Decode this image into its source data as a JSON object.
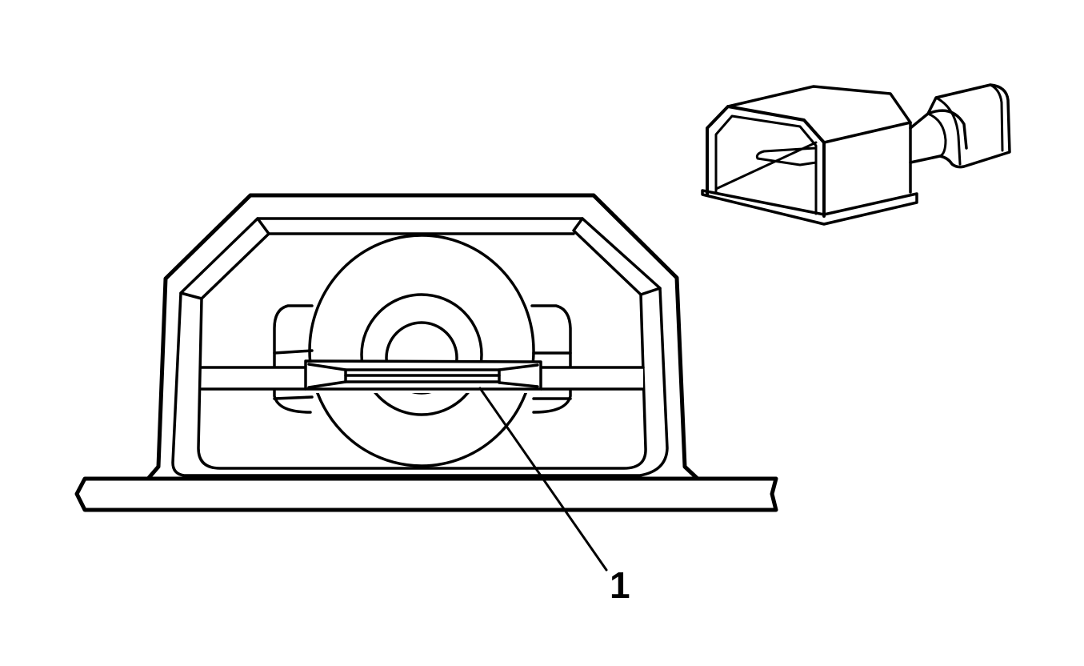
{
  "diagram": {
    "type": "technical-line-illustration",
    "background": "#ffffff",
    "line_color": "#000000",
    "components": [
      {
        "id": "housing",
        "description": "Lamp housing mounted on base plate, front view"
      },
      {
        "id": "bulb",
        "description": "Festoon bulb inside housing (callout 1)"
      },
      {
        "id": "connector",
        "description": "Electrical terminal / connector, isometric view (upper right)"
      }
    ],
    "callouts": [
      {
        "number": "1",
        "label": "1",
        "target": "bulb"
      }
    ]
  }
}
